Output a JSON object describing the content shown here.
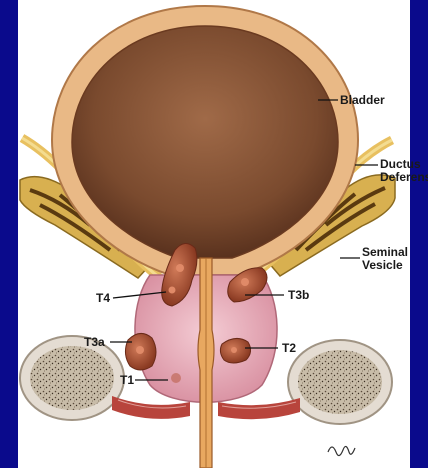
{
  "colors": {
    "background": "#0a0a8c",
    "panel": "#ffffff",
    "bladder_wall": "#e8b886",
    "bladder_lumen": "#8a5a3a",
    "prostate": "#eab3bf",
    "tumor": "#b85a3c",
    "seminal_vesicle": "#c8a040",
    "bone": "#d8d0c8"
  },
  "labels": {
    "bladder": "Bladder",
    "ductus_line1": "Ductus",
    "ductus_line2": "Deferens",
    "seminal_line1": "Seminal",
    "seminal_line2": "Vesicle",
    "t4": "T4",
    "t3b": "T3b",
    "t3a": "T3a",
    "t2": "T2",
    "t1": "T1"
  }
}
